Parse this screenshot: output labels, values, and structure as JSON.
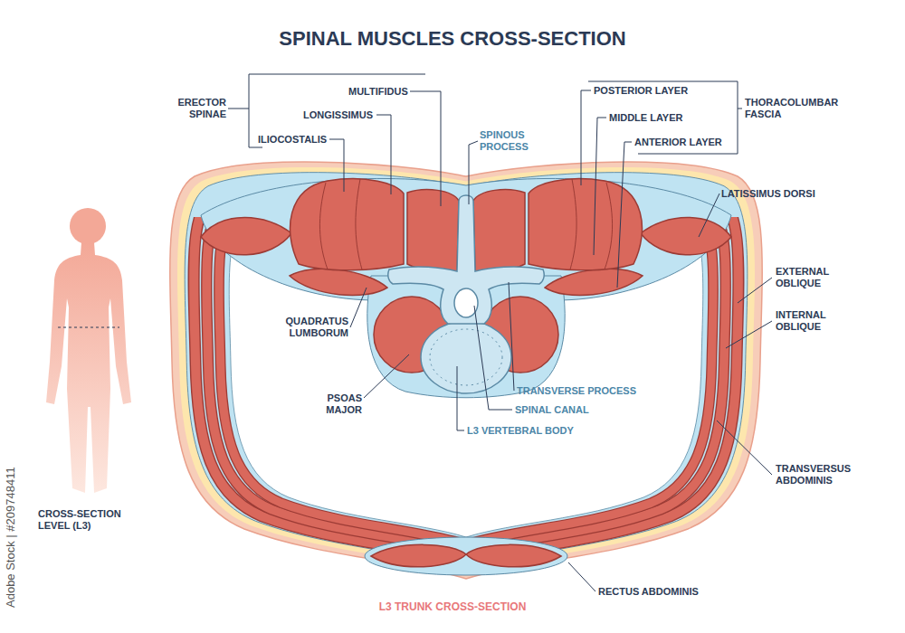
{
  "diagram": {
    "title": "SPINAL MUSCLES CROSS-SECTION",
    "caption": "L3 TRUNK CROSS-SECTION",
    "labels": [
      "ERECTOR SPINAE",
      "MULTIFIDUS",
      "LONGISSIMUS",
      "ILIOCOSTALIS",
      "SPINOUS PROCESS",
      "POSTERIOR LAYER",
      "MIDDLE LAYER",
      "ANTERIOR LAYER",
      "THORACOLUMBAR FASCIA",
      "LATISSIMUS DORSI",
      "EXTERNAL OBLIQUE",
      "INTERNAL OBLIQUE",
      "QUADRATUS LUMBORUM",
      "PSOAS MAJOR",
      "TRANSVERSE PROCESS",
      "SPINAL CANAL",
      "L3 VERTEBRAL BODY",
      "TRANSVERSUS ABDOMINIS",
      "RECTUS ABDOMINIS",
      "CROSS-SECTION LEVEL (L3)",
      "Adobe Stock | #209748411"
    ]
  }
}
